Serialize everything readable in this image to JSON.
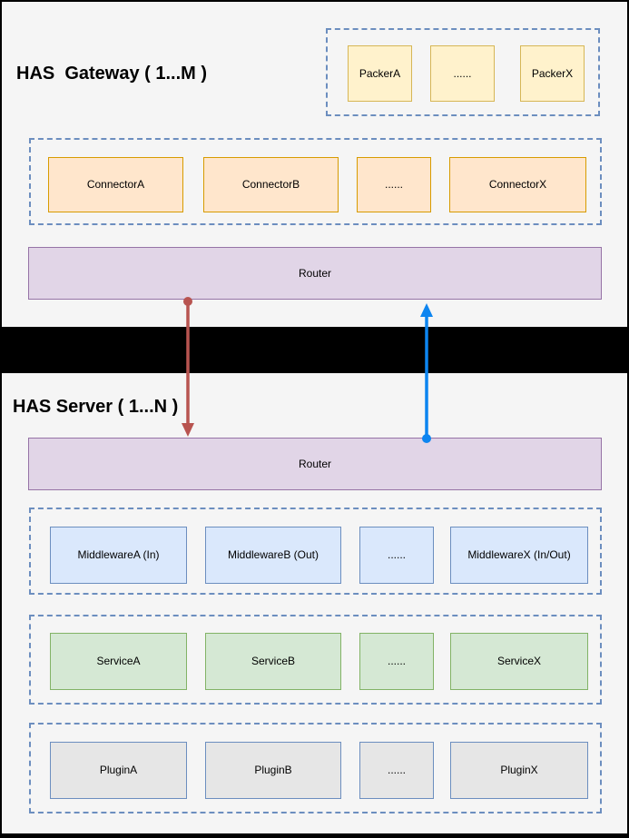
{
  "colors": {
    "background": "#F5F5F5",
    "frame": "#000000",
    "divider": "#000000",
    "container_border": "#6C8EBF",
    "packer_fill": "#FFF2CC",
    "packer_border": "#D6B656",
    "connector_fill": "#FFE6CC",
    "connector_border": "#D79B00",
    "router_fill": "#E1D5E7",
    "router_border": "#9673A6",
    "middleware_fill": "#DAE8FC",
    "middleware_border": "#6C8EBF",
    "service_fill": "#D5E8D4",
    "service_border": "#82B366",
    "plugin_fill": "#E6E6E6",
    "plugin_border": "#6C8EBF",
    "downlink_arrow": "#B85450",
    "uplink_arrow": "#0D85F0"
  },
  "gateway": {
    "title": "HAS  Gateway ( 1...M )",
    "packers": [
      "PackerA",
      "......",
      "PackerX"
    ],
    "connectors": [
      "ConnectorA",
      "ConnectorB",
      "......",
      "ConnectorX"
    ],
    "router_label": "Router"
  },
  "server": {
    "title": "HAS Server ( 1...N )",
    "router_label": "Router",
    "middlewares": [
      "MiddlewareA (In)",
      "MiddlewareB (Out)",
      "......",
      "MiddlewareX (In/Out)"
    ],
    "services": [
      "ServiceA",
      "ServiceB",
      "......",
      "ServiceX"
    ],
    "plugins": [
      "PluginA",
      "PluginB",
      "......",
      "PluginX"
    ]
  }
}
